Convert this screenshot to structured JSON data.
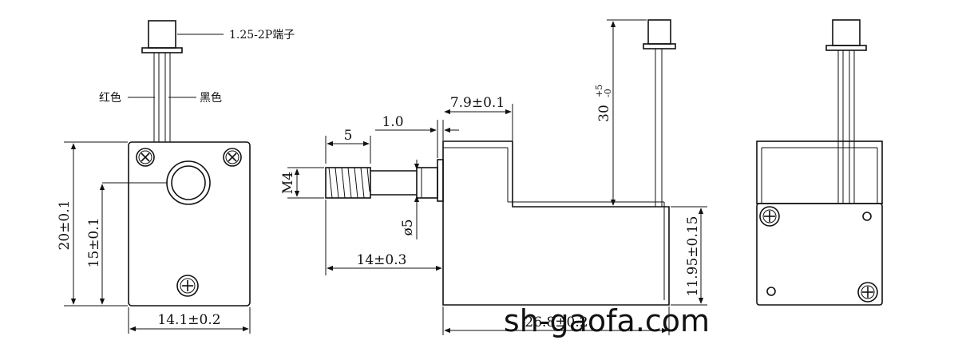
{
  "labels": {
    "connector": "1.25-2P端子",
    "wire_red": "红色",
    "wire_black": "黑色",
    "front_height": "20±0.1",
    "front_hole_height": "15±0.1",
    "front_width": "14.1±0.2",
    "side_thread_len": "5",
    "side_flange": "1.0",
    "side_thread": "M4",
    "side_shaft_dia": "ø5",
    "side_shaft_len": "14±0.3",
    "side_top_offset": "7.9±0.1",
    "side_wire_len": "30",
    "side_wire_tol_up": "+5",
    "side_wire_tol_dn": "-0",
    "side_height": "11.95±0.15",
    "side_length": "26.8±0.2",
    "watermark": "sh-gaofa.com"
  }
}
